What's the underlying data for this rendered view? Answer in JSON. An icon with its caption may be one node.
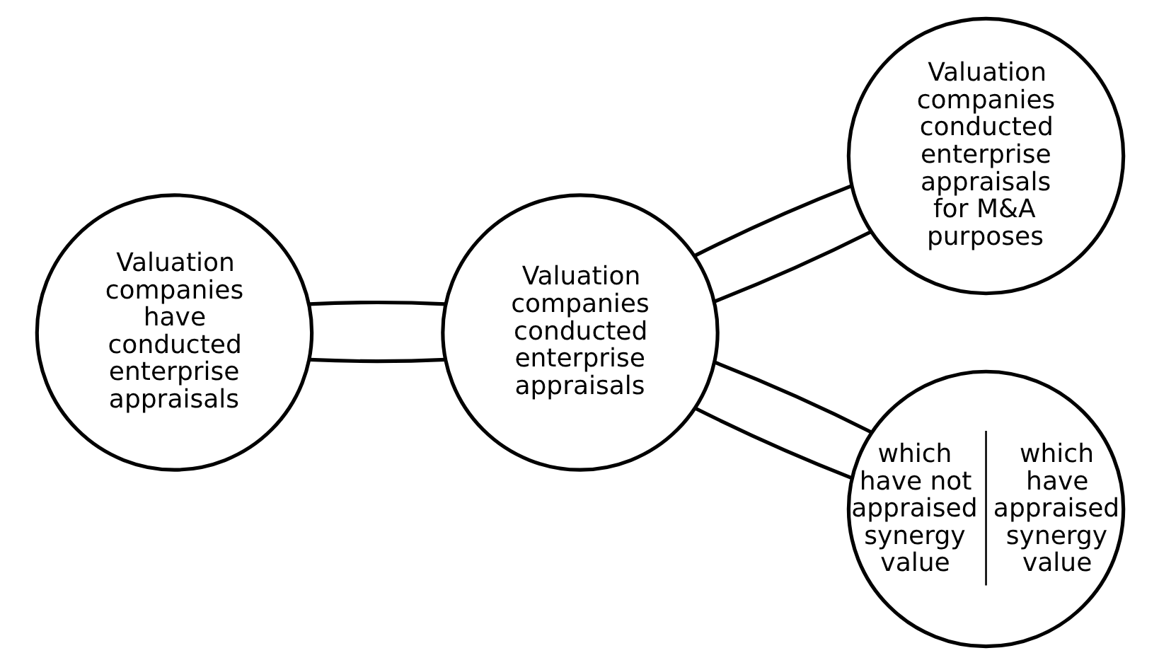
{
  "diagram": {
    "nodes": [
      {
        "text": [
          "Valuation companies have conducted enterprise appraisals"
        ]
      },
      {
        "text": [
          "Valuation companies conducted enterprise appraisals"
        ]
      },
      {
        "text": [
          "Valuation companies conducted enterprise appraisals for M&A purposes"
        ]
      },
      {
        "text": [
          "which have not appraised synergy value",
          "which have appraised synergy value"
        ]
      }
    ],
    "edges": [
      {
        "from": 0,
        "to": 1,
        "arrow": "none"
      },
      {
        "from": 0,
        "to": 1,
        "arrow": "none"
      },
      {
        "from": 1,
        "to": 2,
        "arrow": "none"
      },
      {
        "from": 1,
        "to": 2,
        "arrow": "none"
      },
      {
        "from": 1,
        "to": 3,
        "arrow": "none"
      },
      {
        "from": 1,
        "to": 3,
        "arrow": "none"
      }
    ]
  }
}
